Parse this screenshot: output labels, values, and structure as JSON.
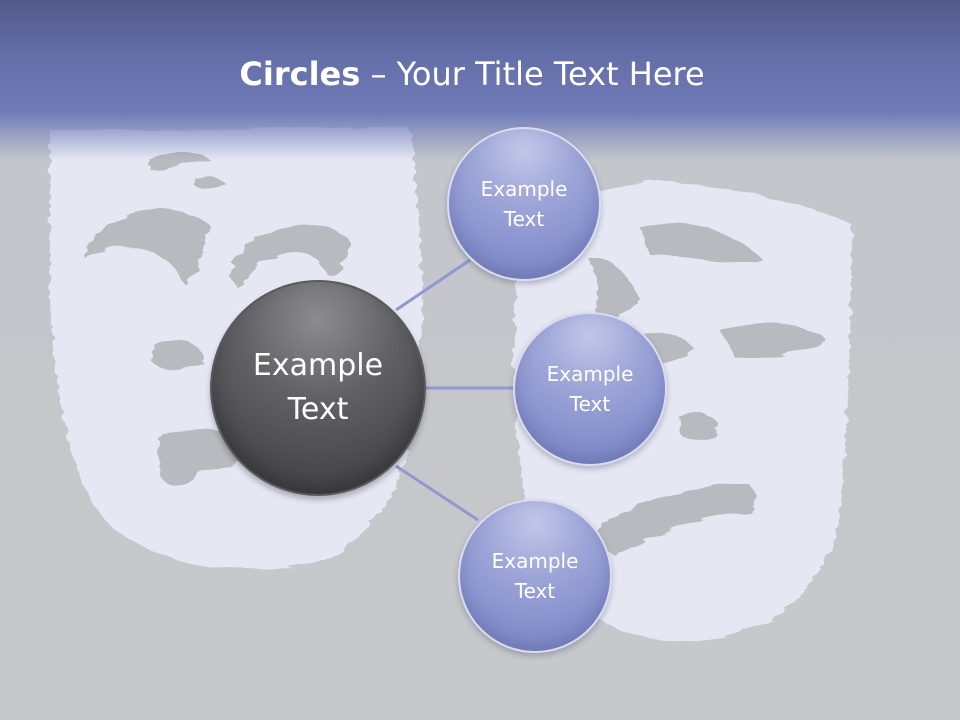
{
  "slide": {
    "title_bold": "Circles",
    "title_rest": " – Your Title Text Here",
    "main_circle": {
      "line1": "Example",
      "line2": "Text"
    },
    "outer_circles": [
      {
        "line1": "Example",
        "line2": "Text"
      },
      {
        "line1": "Example",
        "line2": "Text"
      },
      {
        "line1": "Example",
        "line2": "Text"
      }
    ]
  },
  "colors": {
    "header": "#646ea8",
    "background": "#c4c6ca",
    "main_circle": "#4c4c50",
    "outer_circle": "#8690cc",
    "connector": "#8f98d0",
    "mask": "#e6e8f5"
  }
}
